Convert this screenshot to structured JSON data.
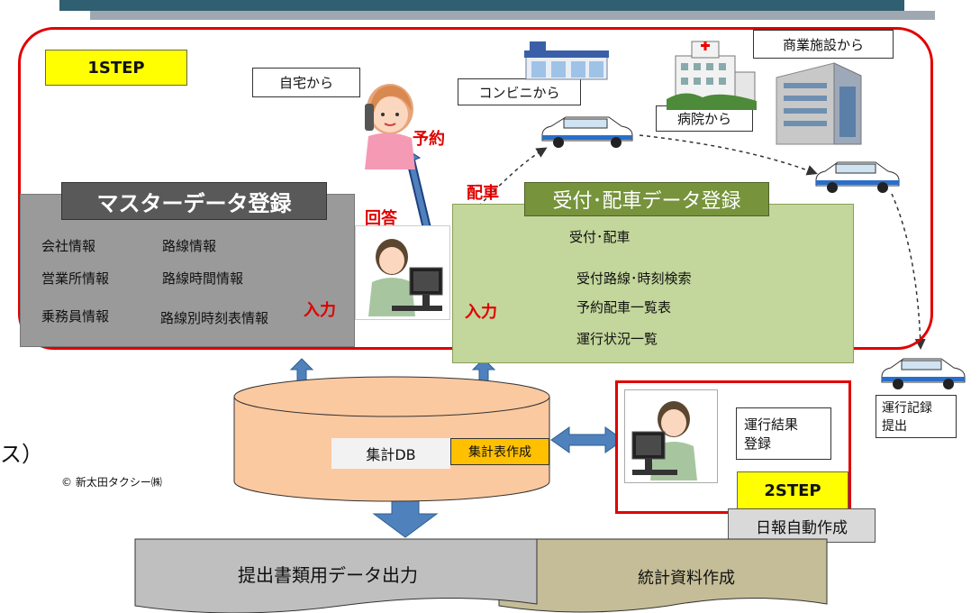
{
  "steps": {
    "step1": "1STEP",
    "step2": "2STEP"
  },
  "sources": {
    "home": "自宅から",
    "conbini": "コンビニから",
    "hospital": "病院から",
    "commercial": "商業施設から"
  },
  "actions": {
    "reserve": "予約",
    "answer": "回答",
    "dispatch": "配車",
    "input_left": "入力",
    "input_right": "入力"
  },
  "master": {
    "title": "マスターデータ登録",
    "items": [
      "会社情報",
      "路線情報",
      "営業所情報",
      "路線時間情報",
      "乗務員情報",
      "路線別時刻表情報"
    ]
  },
  "registration": {
    "title": "受付･配車データ登録",
    "items": [
      "受付･配車",
      "受付路線･時刻検索",
      "予約配車一覧表",
      "運行状況一覧"
    ]
  },
  "db": {
    "label": "集計DB",
    "tab": "集計表作成"
  },
  "result": {
    "label_line1": "運行結果",
    "label_line2": "登録"
  },
  "record": {
    "label_line1": "運行記録",
    "label_line2": "提出"
  },
  "daily_report": "日報自動作成",
  "outputs": {
    "submit": "提出書類用データ出力",
    "stats": "統計資料作成"
  },
  "left_fragment": "ス）",
  "copyright": "© 新太田タクシー㈱",
  "colors": {
    "red": "#e00000",
    "yellow": "#ffff00",
    "db": "#fbc9a0",
    "arrow": "#4f81bd"
  }
}
